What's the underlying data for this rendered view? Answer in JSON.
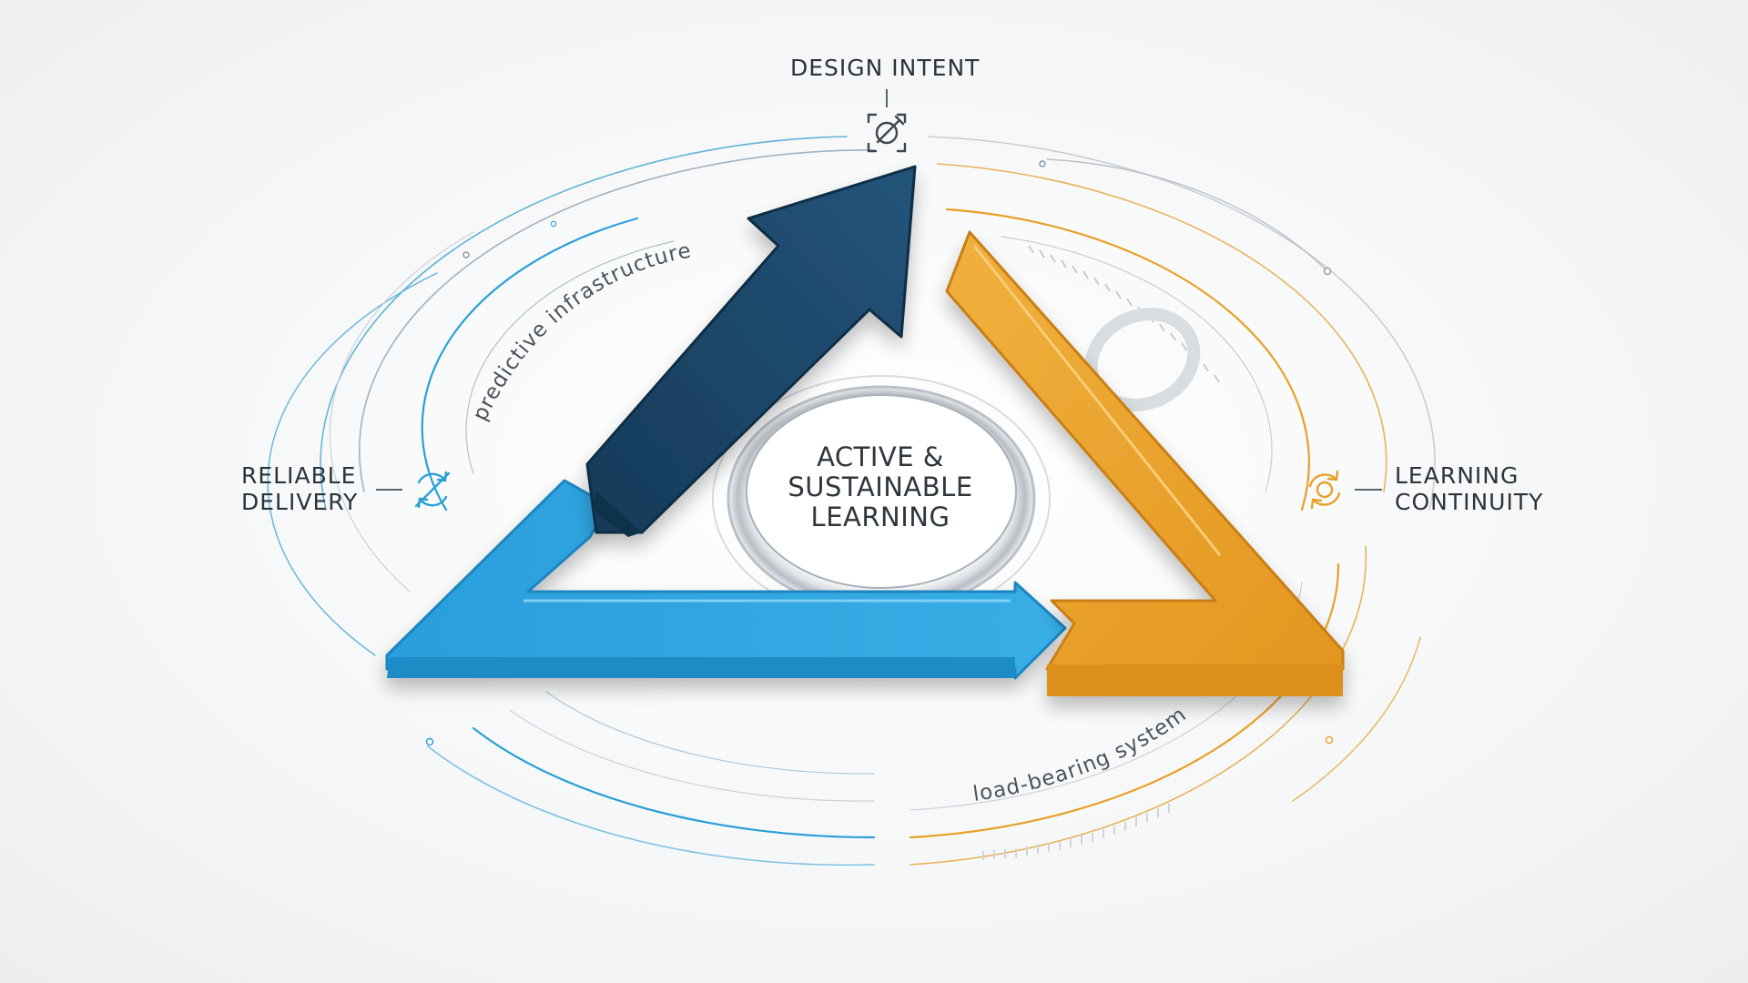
{
  "diagram": {
    "nodes": {
      "top": {
        "label": "DESIGN INTENT",
        "icon": "pencil-target-icon",
        "color": "#1e4566"
      },
      "left": {
        "line1": "RELIABLE",
        "line2": "DELIVERY",
        "icon": "no-sync-icon",
        "color": "#2a9fd8"
      },
      "right": {
        "line1": "LEARNING",
        "line2": "CONTINUITY",
        "icon": "refresh-cycle-icon",
        "color": "#e8a02a"
      }
    },
    "center": {
      "line1": "ACTIVE &",
      "line2": "SUSTAINABLE",
      "line3": "LEARNING"
    },
    "arc_labels": {
      "upper_left": "predictive infrastructure",
      "bottom": "load-bearing system"
    },
    "arrows": [
      {
        "name": "navy-arrow",
        "color": "#1d4566"
      },
      {
        "name": "orange-arrow",
        "color": "#e8a02a"
      },
      {
        "name": "blue-arrow",
        "color": "#2ea3dc"
      }
    ]
  }
}
